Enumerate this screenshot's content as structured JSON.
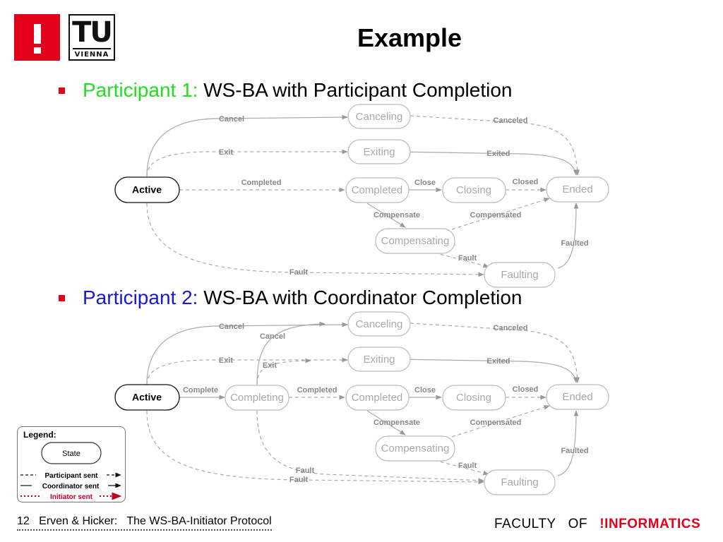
{
  "header": {
    "title": "Example",
    "logo_tu_text": "TU",
    "logo_tu_subtext": "VIENNA"
  },
  "section1": {
    "label": "Participant 1:",
    "rest": " WS-BA with Participant Completion",
    "label_color": "#22dd22"
  },
  "section2": {
    "label": "Participant 2:",
    "rest": " WS-BA with Coordinator Completion",
    "label_color": "#1a1acc"
  },
  "diagram1": {
    "states": {
      "active": "Active",
      "canceling": "Canceling",
      "exiting": "Exiting",
      "completed": "Completed",
      "closing": "Closing",
      "ended": "Ended",
      "compensating": "Compensating",
      "faulting": "Faulting"
    },
    "edges": {
      "cancel": "Cancel",
      "exit": "Exit",
      "completed": "Completed",
      "fault": "Fault",
      "canceled": "Canceled",
      "exited": "Exited",
      "close": "Close",
      "closed": "Closed",
      "compensate": "Compensate",
      "compensated": "Compensated",
      "faulted": "Faulted",
      "fault_comp": "Fault"
    }
  },
  "diagram2": {
    "states": {
      "active": "Active",
      "completing": "Completing",
      "canceling": "Canceling",
      "exiting": "Exiting",
      "completed": "Completed",
      "closing": "Closing",
      "ended": "Ended",
      "compensating": "Compensating",
      "faulting": "Faulting"
    },
    "edges": {
      "cancel": "Cancel",
      "cancel2": "Cancel",
      "exit": "Exit",
      "exit2": "Exit",
      "complete": "Complete",
      "completed": "Completed",
      "fault": "Fault",
      "fault2": "Fault",
      "canceled": "Canceled",
      "exited": "Exited",
      "close": "Close",
      "closed": "Closed",
      "compensate": "Compensate",
      "compensated": "Compensated",
      "faulted": "Faulted",
      "fault_comp": "Fault"
    }
  },
  "legend": {
    "title": "Legend:",
    "state": "State",
    "participant": "Participant sent",
    "coordinator": "Coordinator sent",
    "initiator": "Initiator sent"
  },
  "footer": {
    "page": "12",
    "authors": "Erven & Hicker:",
    "topic": "The WS-BA-Initiator Protocol",
    "faculty_of": "FACULTY   OF",
    "informatics": "!INFORMATICS"
  },
  "colors": {
    "brand_red": "#e3001b",
    "state_gray": "#aaaaaa"
  }
}
